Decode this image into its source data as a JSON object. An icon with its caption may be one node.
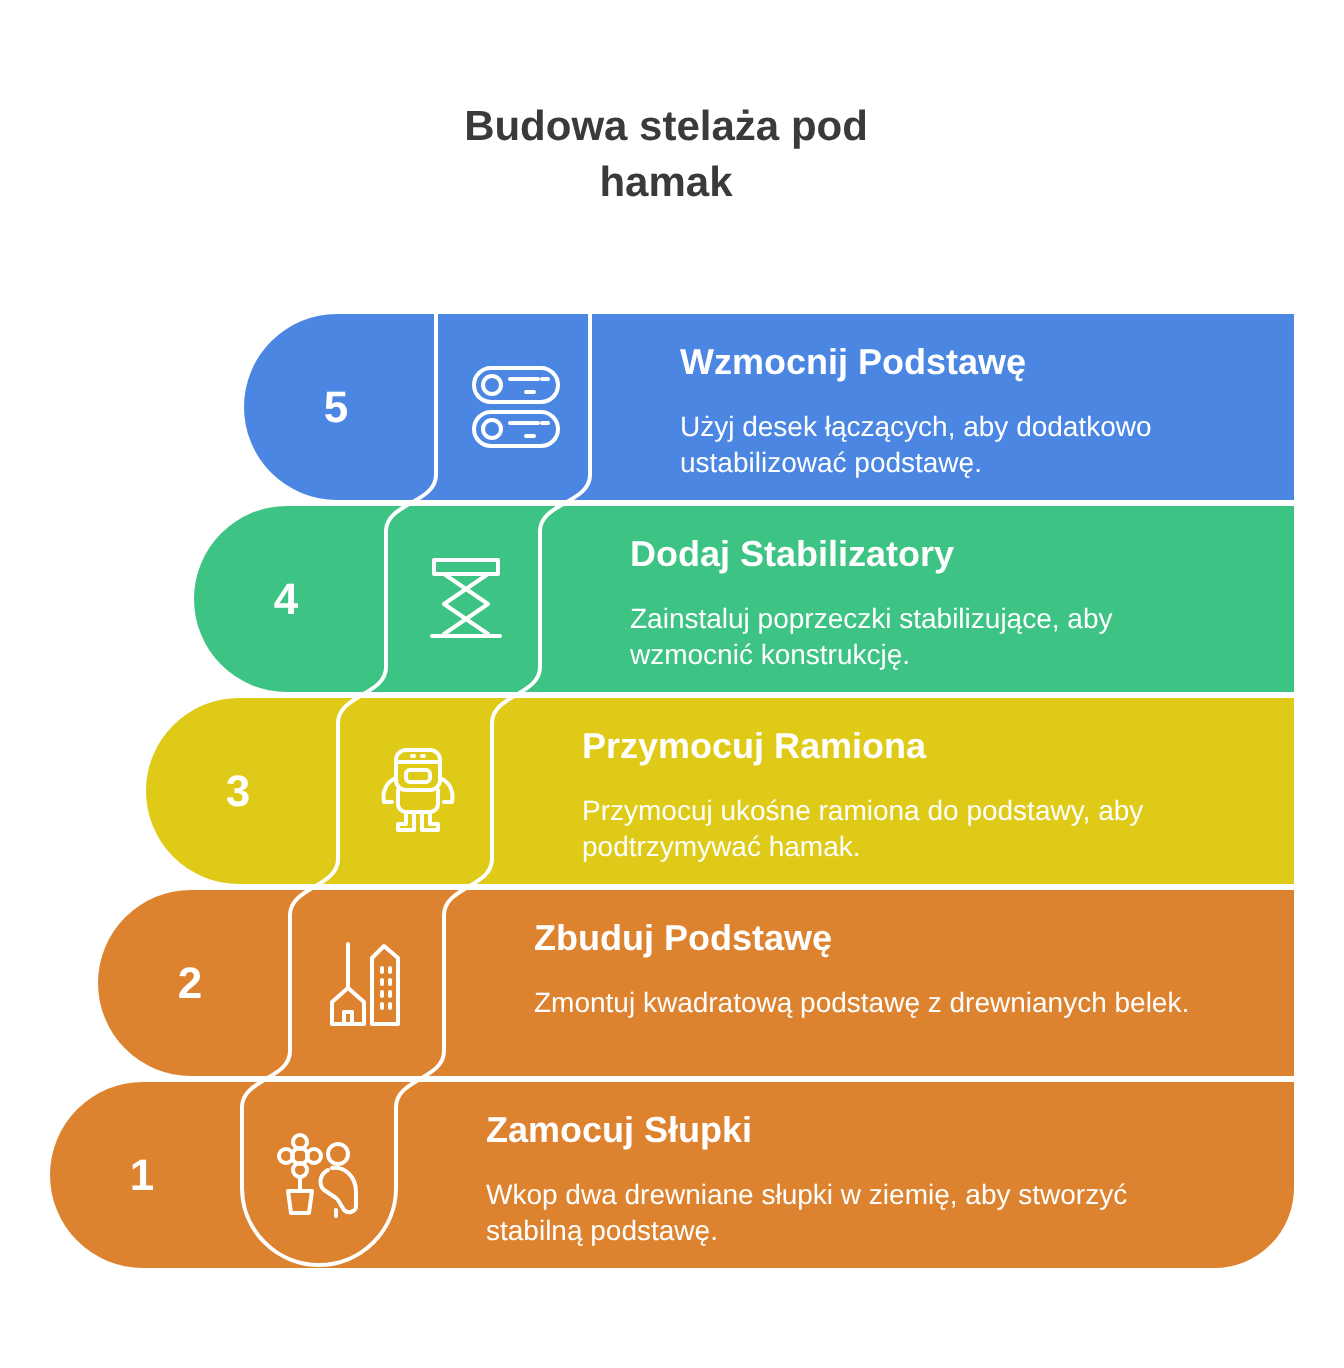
{
  "diagram": {
    "title": "Budowa stelaża pod hamak",
    "nodes": [
      {
        "text": [
          "5",
          "Wzmocnij Podstawę",
          "Użyj desek łączących, aby dodatkowo ustabilizować podstawę."
        ]
      },
      {
        "text": [
          "4",
          "Dodaj Stabilizatory",
          "Zainstaluj poprzeczki stabilizujące, aby wzmocnić konstrukcję."
        ]
      },
      {
        "text": [
          "3",
          "Przymocuj Ramiona",
          "Przymocuj ukośne ramiona do podstawy, aby podtrzymywać hamak."
        ]
      },
      {
        "text": [
          "2",
          "Zbuduj Podstawę",
          "Zmontuj kwadratową podstawę z drewnianych belek."
        ]
      },
      {
        "text": [
          "1",
          "Zamocuj Słupki",
          "Wkop dwa drewniane słupki w ziemię, aby stworzyć stabilną podstawę."
        ]
      }
    ]
  }
}
